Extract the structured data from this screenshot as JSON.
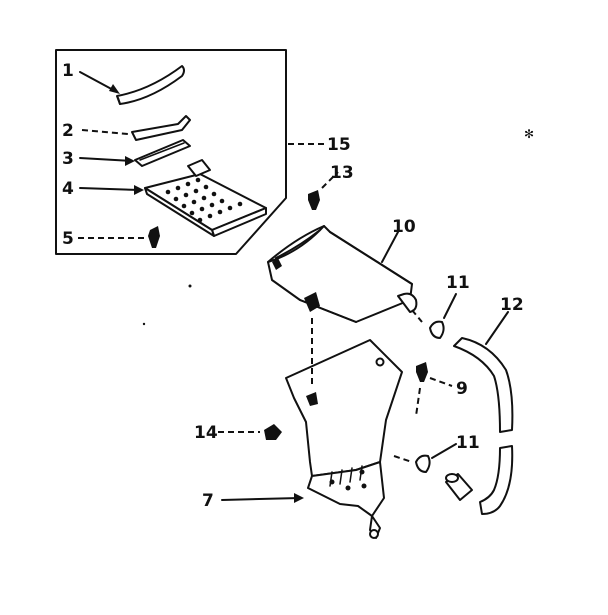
{
  "labels": {
    "p1": "1",
    "p2": "2",
    "p3": "3",
    "p4": "4",
    "p5": "5",
    "p7": "7",
    "p9": "9",
    "p10": "10",
    "p11a": "11",
    "p11b": "11",
    "p12": "12",
    "p13": "13",
    "p14": "14",
    "p15": "15",
    "mark": "✻"
  }
}
